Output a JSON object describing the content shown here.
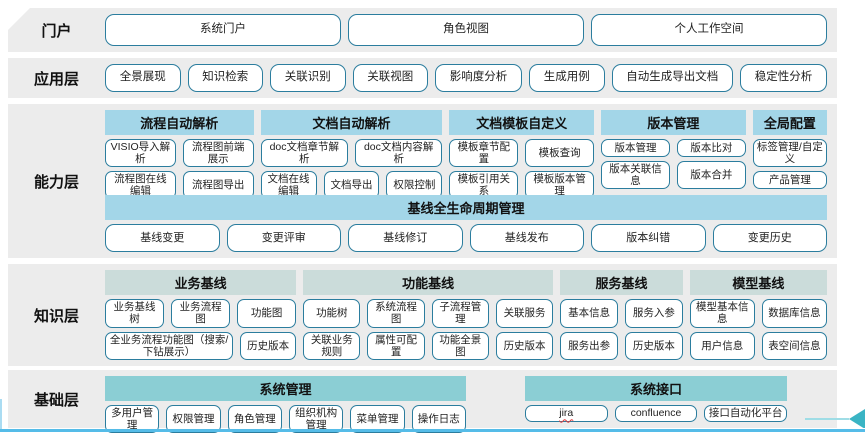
{
  "colors": {
    "row_bg": "#ececec",
    "box_border": "#2b7d9e",
    "capability_header_bg": "#a3d6e8",
    "knowledge_header_bg": "#cbdcda",
    "foundation_header_bg": "#8bced4",
    "bottom_line": "#55bce8",
    "arrow": "#3ab4c4"
  },
  "misspelled_words": [
    "jira"
  ],
  "portal": {
    "label": "门户",
    "buttons": [
      "系统门户",
      "角色视图",
      "个人工作空间"
    ]
  },
  "application": {
    "label": "应用层",
    "buttons": [
      "全景展现",
      "知识检索",
      "关联识别",
      "关联视图",
      "影响度分析",
      "生成用例",
      "自动生成导出文档",
      "稳定性分析"
    ]
  },
  "capability": {
    "label": "能力层",
    "groups": [
      {
        "title": "流程自动解析",
        "rows": [
          [
            "VISIO导入解析",
            "流程图前端展示"
          ],
          [
            "流程图在线编辑",
            "流程图导出"
          ]
        ]
      },
      {
        "title": "文档自动解析",
        "rows": [
          [
            "doc文档章节解析",
            "doc文档内容解析"
          ],
          [
            "文档在线编辑",
            "文档导出",
            "权限控制"
          ]
        ]
      },
      {
        "title": "文档模板自定义",
        "rows": [
          [
            "模板章节配置",
            "模板查询"
          ],
          [
            "模板引用关系",
            "模板版本管理"
          ]
        ]
      },
      {
        "title": "版本管理",
        "rows": [
          [
            "版本管理",
            "版本比对"
          ],
          [
            "版本关联信息",
            "版本合并"
          ]
        ]
      },
      {
        "title": "全局配置",
        "rows": [
          [
            "标签管理/自定义"
          ],
          [
            "产品管理"
          ]
        ]
      }
    ],
    "baseline": {
      "title": "基线全生命周期管理",
      "buttons": [
        "基线变更",
        "变更评审",
        "基线修订",
        "基线发布",
        "版本纠错",
        "变更历史"
      ]
    }
  },
  "knowledge": {
    "label": "知识层",
    "groups": [
      {
        "title": "业务基线",
        "rows": [
          [
            "业务基线树",
            "业务流程图",
            "功能图"
          ],
          [
            "全业务流程功能图（搜索/下钻展示）",
            "历史版本"
          ]
        ]
      },
      {
        "title": "功能基线",
        "rows": [
          [
            "功能树",
            "系统流程图",
            "子流程管理",
            "关联服务"
          ],
          [
            "关联业务规则",
            "属性可配置",
            "功能全景图",
            "历史版本"
          ]
        ]
      },
      {
        "title": "服务基线",
        "rows": [
          [
            "基本信息",
            "服务入参"
          ],
          [
            "服务出参",
            "历史版本"
          ]
        ]
      },
      {
        "title": "模型基线",
        "rows": [
          [
            "模型基本信息",
            "数据库信息"
          ],
          [
            "用户信息",
            "表空间信息"
          ]
        ]
      }
    ]
  },
  "foundation": {
    "label": "基础层",
    "groups": [
      {
        "title": "系统管理",
        "rows": [
          [
            "多用户管理",
            "权限管理",
            "角色管理",
            "组织机构管理",
            "菜单管理",
            "操作日志"
          ]
        ]
      },
      {
        "title": "系统接口",
        "rows": [
          [
            "jira",
            "confluence",
            "接口自动化平台"
          ]
        ]
      }
    ]
  }
}
